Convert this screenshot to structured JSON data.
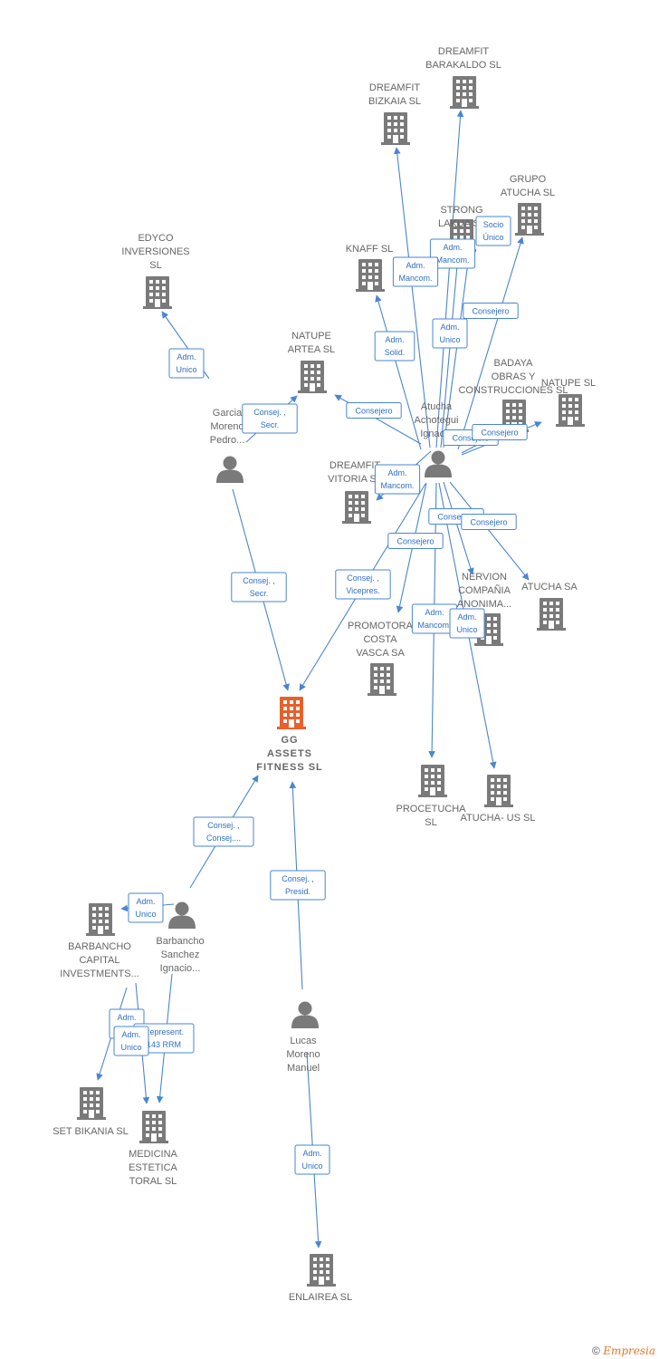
{
  "colors": {
    "edge": "#4a86d0",
    "building": "#7a7a7a",
    "main_building": "#e8602c",
    "person": "#7a7a7a",
    "label": "#666666"
  },
  "footer": {
    "copyright": "©",
    "brand": "Empresia"
  },
  "nodes": [
    {
      "id": "dreamfit_barakaldo",
      "type": "company",
      "lines": [
        "DREAMFIT",
        "BARAKALDO  SL"
      ]
    },
    {
      "id": "dreamfit_bizkaia",
      "type": "company",
      "lines": [
        "DREAMFIT",
        "BIZKAIA  SL"
      ]
    },
    {
      "id": "grupo_atucha",
      "type": "company",
      "lines": [
        "GRUPO",
        "ATUCHA SL"
      ]
    },
    {
      "id": "strong_lakua",
      "type": "company",
      "lines": [
        "STRONG",
        "LAKUA  SL"
      ]
    },
    {
      "id": "edyco",
      "type": "company",
      "lines": [
        "EDYCO",
        "INVERSIONES",
        "SL"
      ]
    },
    {
      "id": "knaff",
      "type": "company",
      "lines": [
        "KNAFF  SL"
      ]
    },
    {
      "id": "natupe_artea",
      "type": "company",
      "lines": [
        "NATUPE",
        "ARTEA  SL"
      ]
    },
    {
      "id": "badaya",
      "type": "company",
      "lines": [
        "BADAYA",
        "OBRAS Y",
        "CONSTRUCCIONES SL"
      ]
    },
    {
      "id": "natupe_sl",
      "type": "company",
      "lines": [
        "NATUPE  SL"
      ]
    },
    {
      "id": "atucha_person",
      "type": "person",
      "lines": [
        "Atucha",
        "Achotegui",
        "Ignacio"
      ]
    },
    {
      "id": "garcia_person",
      "type": "person",
      "lines": [
        "Garcia",
        "Moreno",
        "Pedro..."
      ]
    },
    {
      "id": "dreamfit_vitoria",
      "type": "company",
      "lines": [
        "DREAMFIT",
        "VITORIA  SL"
      ]
    },
    {
      "id": "nervion",
      "type": "company",
      "lines": [
        "NERVION",
        "COMPAÑIA",
        "ANONIMA..."
      ]
    },
    {
      "id": "atucha_sa",
      "type": "company",
      "lines": [
        "ATUCHA SA"
      ]
    },
    {
      "id": "promotora",
      "type": "company",
      "lines": [
        "PROMOTORA",
        "COSTA",
        "VASCA SA"
      ]
    },
    {
      "id": "gg_assets",
      "type": "main",
      "lines": [
        "GG",
        "ASSETS",
        "FITNESS  SL"
      ]
    },
    {
      "id": "procetucha",
      "type": "company",
      "lines": [
        "PROCETUCHA",
        "SL"
      ]
    },
    {
      "id": "atucha_us",
      "type": "company",
      "lines": [
        "ATUCHA- US  SL"
      ]
    },
    {
      "id": "barbancho_capital",
      "type": "company",
      "lines": [
        "BARBANCHO",
        "CAPITAL",
        "INVESTMENTS..."
      ]
    },
    {
      "id": "barbancho_person",
      "type": "person",
      "lines": [
        "Barbancho",
        "Sanchez",
        "Ignacio..."
      ]
    },
    {
      "id": "lucas_person",
      "type": "person",
      "lines": [
        "Lucas",
        "Moreno",
        "Manuel"
      ]
    },
    {
      "id": "set_bikania",
      "type": "company",
      "lines": [
        "SET BIKANIA  SL"
      ]
    },
    {
      "id": "medicina",
      "type": "company",
      "lines": [
        "MEDICINA",
        "ESTETICA",
        "TORAL  SL"
      ]
    },
    {
      "id": "enlairea",
      "type": "company",
      "lines": [
        "ENLAIREA  SL"
      ]
    }
  ],
  "edges": [
    {
      "from": "atucha_person",
      "to": "dreamfit_barakaldo",
      "label": [
        "Adm.",
        "Mancom."
      ]
    },
    {
      "from": "atucha_person",
      "to": "dreamfit_bizkaia",
      "label": [
        "Adm.",
        "Mancom."
      ]
    },
    {
      "from": "atucha_person",
      "to": "grupo_atucha",
      "label": [
        "Consejero"
      ]
    },
    {
      "from": "atucha_person",
      "to": "strong_lakua",
      "label": [
        "Socio",
        "Único"
      ]
    },
    {
      "from": "atucha_person",
      "to": "knaff",
      "label": [
        "Adm.",
        "Solid."
      ]
    },
    {
      "from": "atucha_person",
      "to": "strong_lakua",
      "label": [
        "Adm.",
        "Unico"
      ]
    },
    {
      "from": "atucha_person",
      "to": "natupe_artea",
      "label": [
        "Consejero"
      ]
    },
    {
      "from": "atucha_person",
      "to": "badaya",
      "label": [
        "Consejero"
      ]
    },
    {
      "from": "atucha_person",
      "to": "natupe_sl",
      "label": [
        "Consejero"
      ]
    },
    {
      "from": "atucha_person",
      "to": "dreamfit_vitoria",
      "label": [
        "Adm.",
        "Mancom."
      ]
    },
    {
      "from": "atucha_person",
      "to": "nervion",
      "label": [
        "Consejero"
      ]
    },
    {
      "from": "atucha_person",
      "to": "atucha_sa",
      "label": [
        "Consejero"
      ]
    },
    {
      "from": "atucha_person",
      "to": "promotora",
      "label": [
        "Consejero"
      ]
    },
    {
      "from": "atucha_person",
      "to": "gg_assets",
      "label": [
        "Consej. ,",
        "Vicepres."
      ]
    },
    {
      "from": "atucha_person",
      "to": "procetucha",
      "label": [
        "Adm.",
        "Mancom."
      ]
    },
    {
      "from": "atucha_person",
      "to": "atucha_us",
      "label": [
        "Adm.",
        "Unico"
      ]
    },
    {
      "from": "garcia_person",
      "to": "edyco",
      "label": [
        "Adm.",
        "Unico"
      ]
    },
    {
      "from": "garcia_person",
      "to": "natupe_artea",
      "label": [
        "Consej. ,",
        "Secr."
      ]
    },
    {
      "from": "garcia_person",
      "to": "gg_assets",
      "label": [
        "Consej. ,",
        "Secr."
      ]
    },
    {
      "from": "barbancho_person",
      "to": "gg_assets",
      "label": [
        "Consej. ,",
        "Consej...."
      ]
    },
    {
      "from": "barbancho_person",
      "to": "barbancho_capital",
      "label": [
        "Adm.",
        "Unico"
      ]
    },
    {
      "from": "barbancho_capital",
      "to": "set_bikania",
      "label": [
        "Adm.",
        "Unico"
      ]
    },
    {
      "from": "barbancho_person",
      "to": "medicina",
      "label": [
        "Represent.",
        "143 RRM"
      ]
    },
    {
      "from": "barbancho_capital",
      "to": "medicina",
      "label": [
        "Adm.",
        "Unico"
      ]
    },
    {
      "from": "lucas_person",
      "to": "gg_assets",
      "label": [
        "Consej. ,",
        "Presid."
      ]
    },
    {
      "from": "lucas_person",
      "to": "enlairea",
      "label": [
        "Adm.",
        "Unico"
      ]
    }
  ]
}
